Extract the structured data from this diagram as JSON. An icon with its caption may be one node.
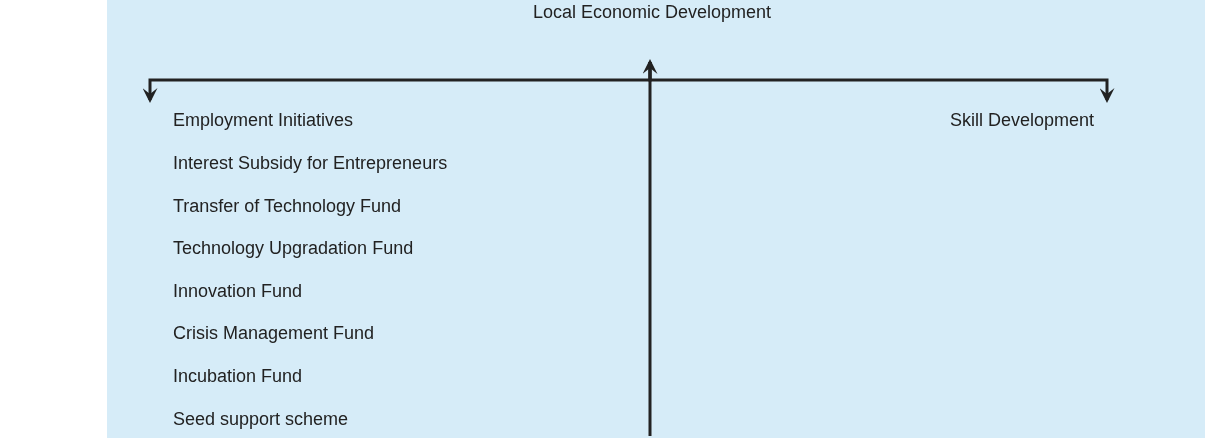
{
  "diagram": {
    "nodes": [
      {
        "text": [
          "Local Economic Development"
        ]
      },
      {
        "text": [
          "Employment Initiatives"
        ]
      },
      {
        "text": [
          "Skill Development"
        ]
      }
    ],
    "edges": [
      {
        "from": null,
        "to": 0,
        "arrow": "to"
      },
      {
        "from": 0,
        "to": 1,
        "arrow": "to"
      },
      {
        "from": 0,
        "to": 2,
        "arrow": "to"
      }
    ],
    "labels": [
      "Interest Subsidy for Entrepreneurs",
      "Transfer of Technology Fund",
      "Technology Upgradation Fund",
      "Innovation Fund",
      "Crisis Management Fund",
      "Incubation Fund",
      "Seed support scheme"
    ]
  }
}
